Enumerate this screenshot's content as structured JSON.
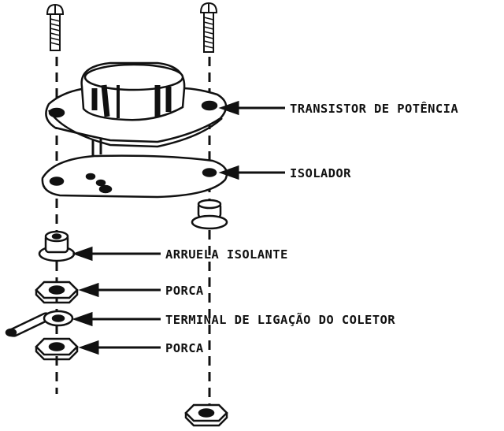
{
  "labels": {
    "transistor": "TRANSISTOR DE POTÊNCIA",
    "isolador": "ISOLADOR",
    "arruela": "ARRUELA ISOLANTE",
    "porca_1": "PORCA",
    "terminal": "TERMINAL DE LIGAÇÃO DO COLETOR",
    "porca_2": "PORCA"
  }
}
